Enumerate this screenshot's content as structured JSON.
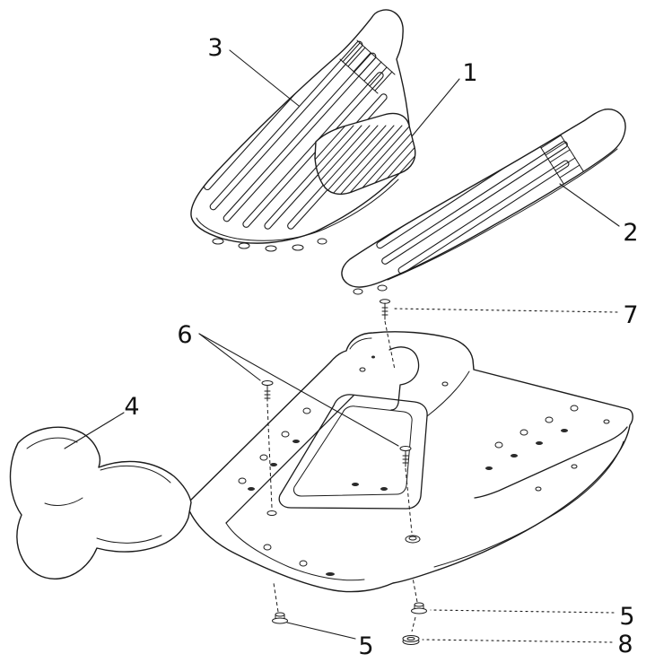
{
  "canvas": {
    "background": "#ffffff",
    "line_color": "#1c1c1c"
  },
  "callouts": {
    "n1": "1",
    "n2": "2",
    "n3": "3",
    "n4": "4",
    "n5_left": "5",
    "n5_right": "5",
    "n6": "6",
    "n7": "7",
    "n8": "8"
  }
}
